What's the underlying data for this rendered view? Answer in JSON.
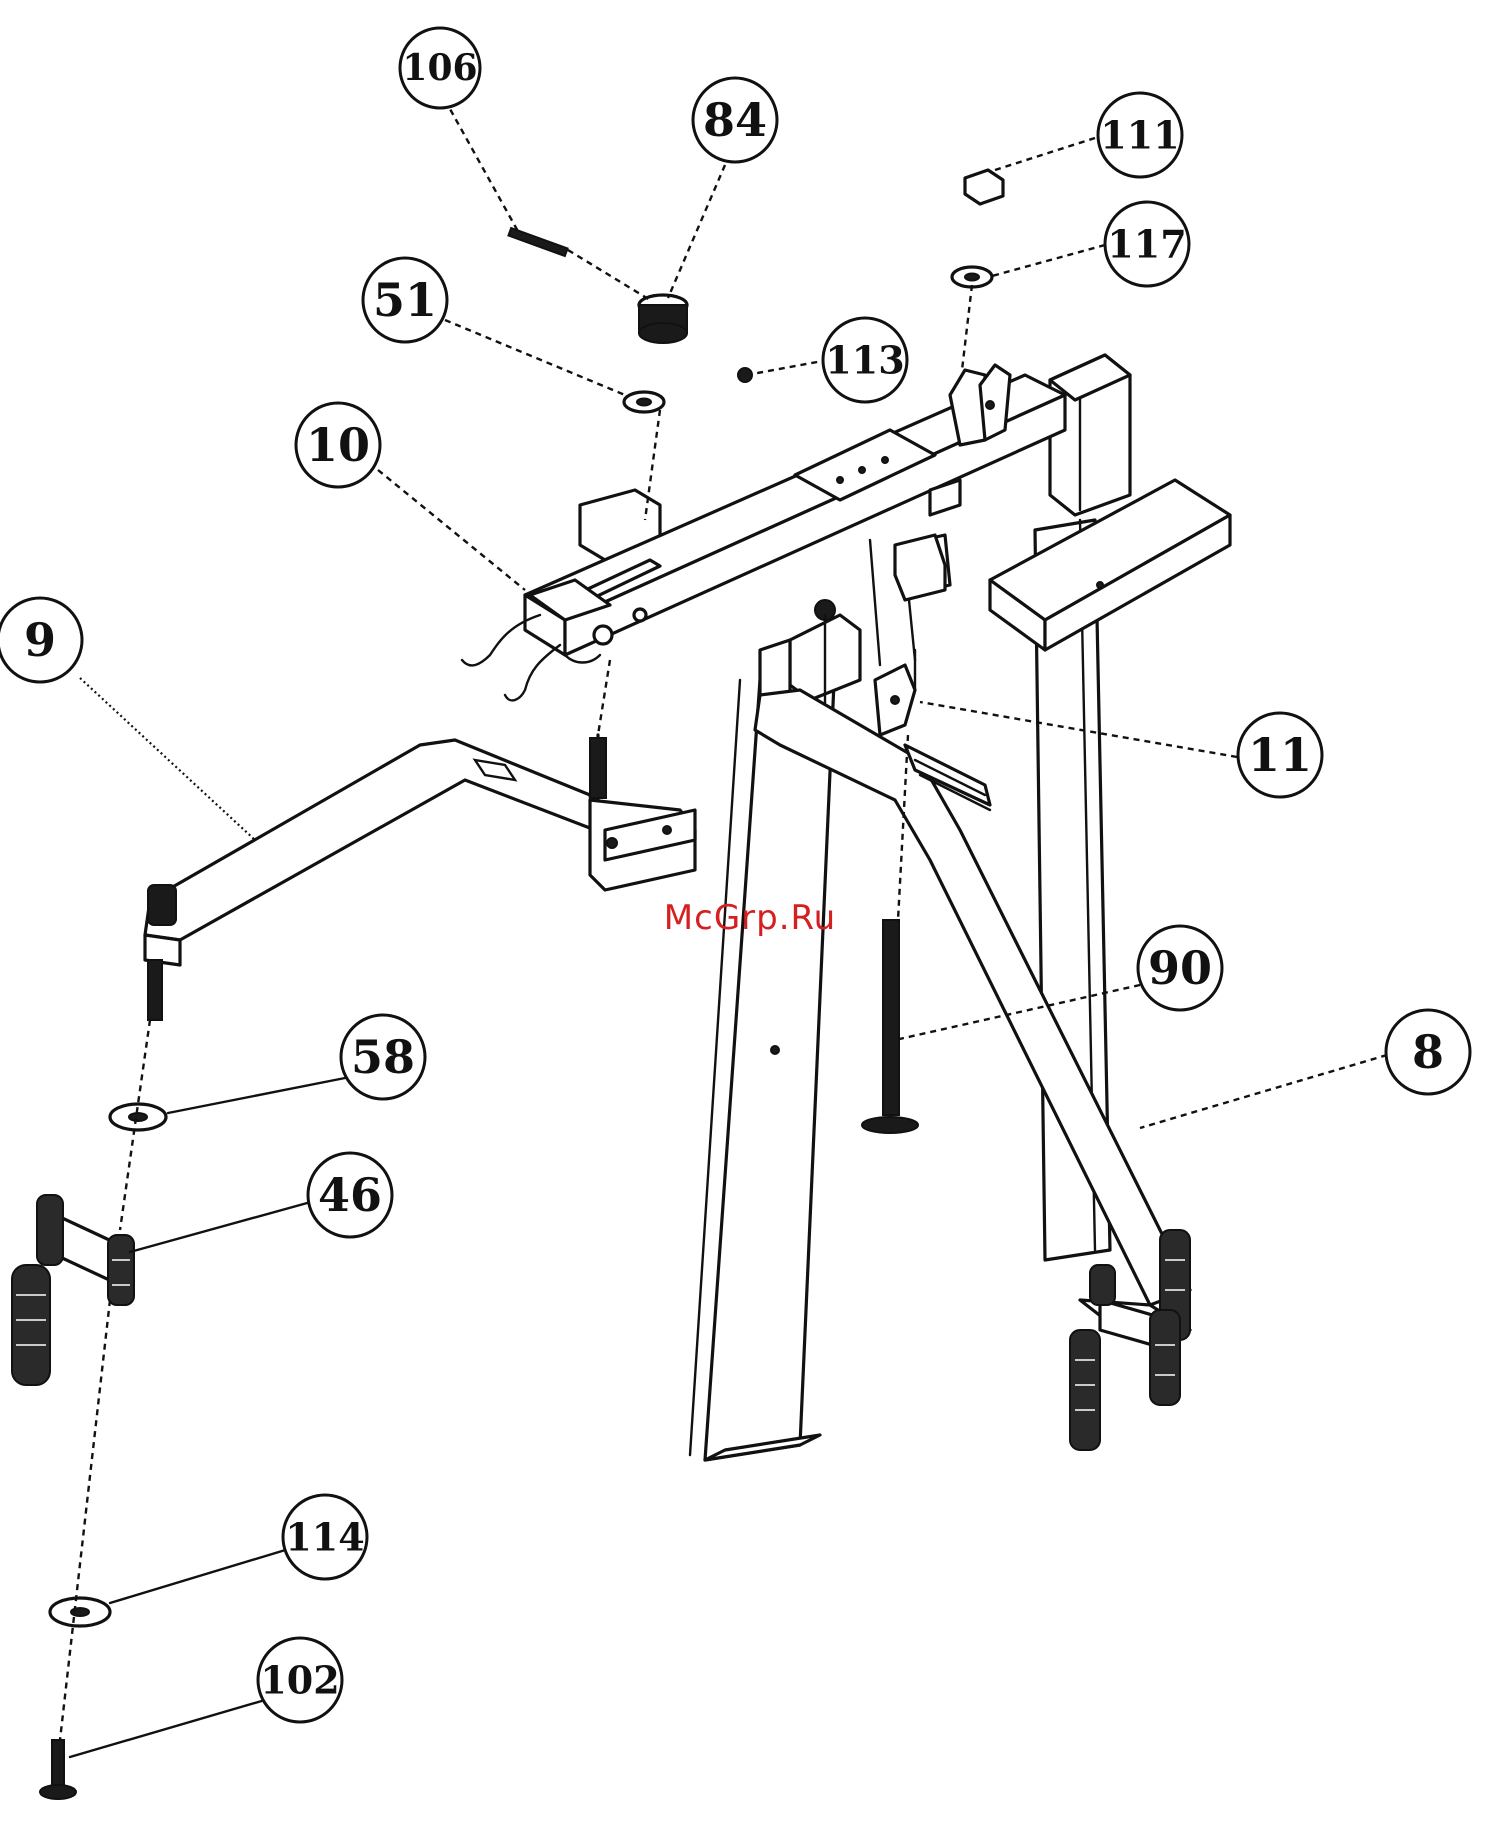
{
  "watermark": {
    "text": "McGrp.Ru",
    "color": "#d42020"
  },
  "callouts": [
    {
      "id": "c106",
      "label": "106"
    },
    {
      "id": "c84",
      "label": "84"
    },
    {
      "id": "c111",
      "label": "111"
    },
    {
      "id": "c117",
      "label": "117"
    },
    {
      "id": "c51",
      "label": "51"
    },
    {
      "id": "c113",
      "label": "113"
    },
    {
      "id": "c10",
      "label": "10"
    },
    {
      "id": "c9",
      "label": "9"
    },
    {
      "id": "c11",
      "label": "11"
    },
    {
      "id": "c90",
      "label": "90"
    },
    {
      "id": "c8",
      "label": "8"
    },
    {
      "id": "c58",
      "label": "58"
    },
    {
      "id": "c46",
      "label": "46"
    },
    {
      "id": "c114",
      "label": "114"
    },
    {
      "id": "c102",
      "label": "102"
    }
  ]
}
